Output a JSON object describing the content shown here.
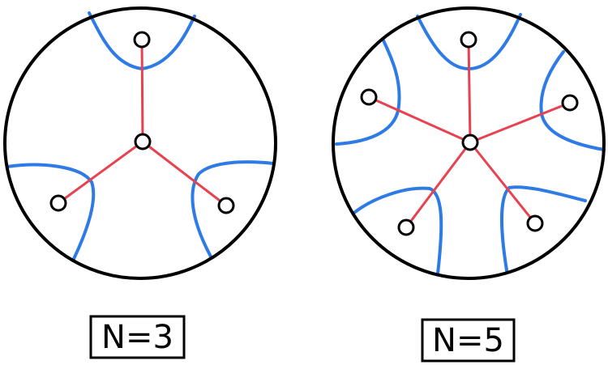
{
  "diagrams": [
    {
      "label": "N=3",
      "n": 3
    },
    {
      "label": "N=5",
      "n": 5
    }
  ],
  "colors": {
    "outline": "#000000",
    "spoke": "#e8414f",
    "boundary_curve": "#2e7be6",
    "node_fill": "#ffffff"
  }
}
